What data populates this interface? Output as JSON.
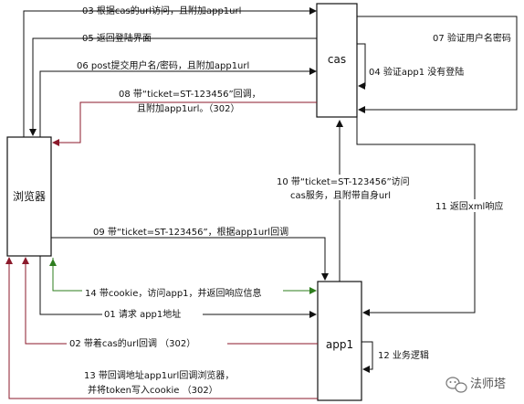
{
  "nodes": {
    "browser": "浏览器",
    "cas": "cas",
    "app1": "app1"
  },
  "edges": {
    "e01": "01 请求 app1地址",
    "e02": "02 带着cas的url回调 （302）",
    "e03": "03 根据cas的url访问，且附加app1url",
    "e04": "04 验证app1 没有登陆",
    "e05": "05 返回登陆界面",
    "e06": "06 post提交用户名/密码，且附加app1url",
    "e07": "07 验证用户名密码",
    "e08_line1": "08 带“ticket=ST-123456”回调，",
    "e08_line2": "且附加app1url。（302）",
    "e09": "09 带“ticket=ST-123456”，根据app1url回调",
    "e10_line1": "10 带“ticket=ST-123456”访问",
    "e10_line2": "cas服务，且附带自身url",
    "e11": "11 返回xml响应",
    "e12": "12 业务逻辑",
    "e13_line1": "13 带回调地址app1url回调浏览器，",
    "e13_line2": "并将token写入cookie （302）",
    "e14": "14 带cookie，访问app1，并返回响应信息"
  },
  "watermark": {
    "text": "法师塔"
  },
  "colors": {
    "black": "#111111",
    "red": "#8b1a2b",
    "green": "#2e7d1e"
  }
}
